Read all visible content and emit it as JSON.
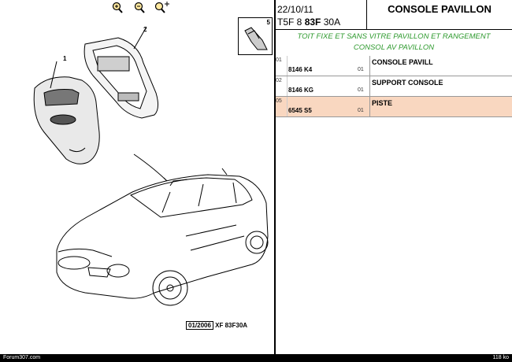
{
  "toolbar": {
    "zoom_in_icon": "zoom-in-icon",
    "zoom_out_icon": "zoom-out-icon",
    "zoom_fit_icon": "zoom-fit-icon"
  },
  "drawing": {
    "callouts": [
      "1",
      "2"
    ],
    "inset_number": "5",
    "code_box": "01/2006",
    "code_ref": "XF 83F30A"
  },
  "header": {
    "date": "22/10/11",
    "ref_prefix": "T5F 8",
    "ref_bold": "83F",
    "ref_suffix": "30A",
    "title": "CONSOLE PAVILLON"
  },
  "subtitle": {
    "line1": "TOIT FIXE ET SANS VITRE PAVILLON ET RANGEMENT",
    "line2": "CONSOL  AV PAVILLON"
  },
  "rows": [
    {
      "num": "01",
      "code": "8146 K4",
      "qty": "01",
      "desc": "CONSOLE PAVILL"
    },
    {
      "num": "02",
      "code": "8146 KG",
      "qty": "01",
      "desc": "SUPPORT CONSOLE"
    },
    {
      "num": "05",
      "code": "6545 S5",
      "qty": "01",
      "desc": "PISTE"
    }
  ],
  "footer": {
    "left": "Forum307.com",
    "right": "118 ko"
  },
  "colors": {
    "highlight_row": "#f9d7c0",
    "subtitle": "#2e9a2e"
  }
}
